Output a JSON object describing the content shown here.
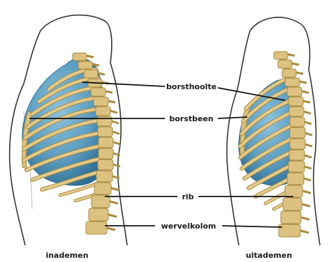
{
  "labels": {
    "cavity": "borsthoolte",
    "sternum": "borstbeen",
    "rib": "rib",
    "spine": "wervelkolom"
  },
  "captions": {
    "left": "inademen",
    "right": "uitademen"
  },
  "colors": {
    "bone": "#dcc181",
    "bone_dark": "#a88b3f",
    "lung": "#5d9dc0",
    "lung_dark": "#2f6e93",
    "body_outline": "#333333",
    "text": "#1a1a1a"
  }
}
